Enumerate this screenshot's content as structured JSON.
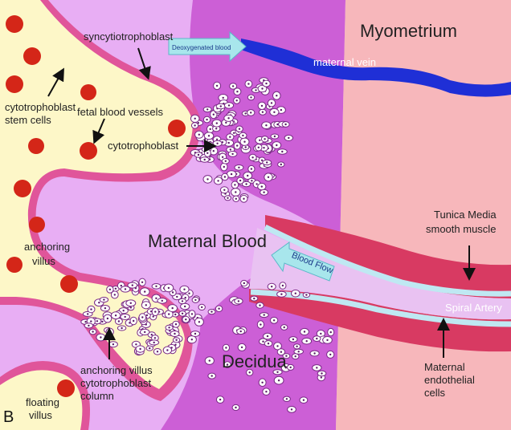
{
  "labels": {
    "myometrium": "Myometrium",
    "maternal_vein": "maternal vein",
    "deoxygenated_blood": "Deoxygenated blood",
    "syncytiotrophoblast": "syncytiotrophoblast",
    "cytotrophoblast_stem_cells_1": "cytotrophoblast",
    "cytotrophoblast_stem_cells_2": "stem cells",
    "fetal_blood_vessels": "fetal blood vessels",
    "cytotrophoblast": "cytotrophoblast",
    "maternal_blood": "Maternal Blood",
    "blood_flow": "Blood Flow",
    "tunica_media_1": "Tunica Media",
    "tunica_media_2": "smooth muscle",
    "spiral_artery": "Spiral Artery",
    "anchoring_villus_1": "anchoring",
    "anchoring_villus_2": "villus",
    "column_1": "anchoring villus",
    "column_2": "cytotrophoblast",
    "column_3": "column",
    "decidua": "Decidua",
    "endothelial_1": "Maternal",
    "endothelial_2": "endothelial",
    "endothelial_3": "cells",
    "floating_villus_1": "floating",
    "floating_villus_2": "villus",
    "panel_letter": "B"
  },
  "colors": {
    "myometrium": "#f7b7bb",
    "decidua": "#cc5fd6",
    "maternal_blood": "#e8aef4",
    "villus_fill": "#fdf7c8",
    "syncytio_band": "#e0559a",
    "fetal_vessel": "#d42618",
    "maternal_vein": "#1f2fd6",
    "artery_muscle": "#d83a62",
    "artery_lumen": "#e9c2f2",
    "endothelium": "#bfe8f2",
    "flow_arrow": "#a8e6ec"
  }
}
